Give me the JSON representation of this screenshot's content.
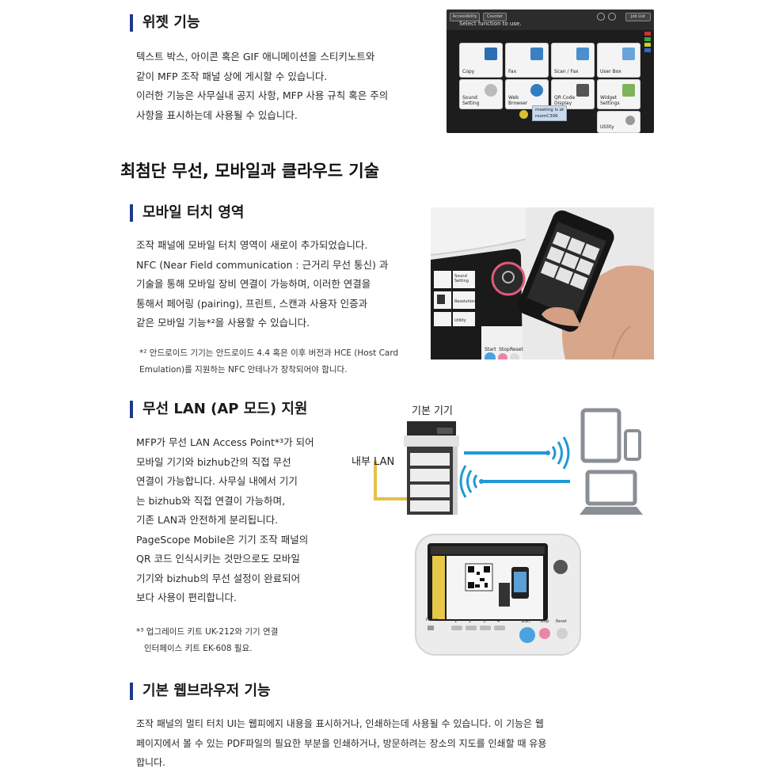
{
  "widget_section": {
    "title": "위젯 기능",
    "lines": [
      "텍스트 박스, 아이콘 혹은 GIF 애니메이션을 스티키노트와",
      "같이 MFP 조작 패널 상에 게시할 수 있습니다.",
      "이러한 기능은 사무실내 공지 사항, MFP 사용 규칙 혹은 주의",
      "사항을 표시하는데 사용될 수 있습니다."
    ],
    "screen": {
      "tab_left": "Accessibility",
      "tab_mid": "Counter",
      "tab_right": "Job List",
      "select_text": "Select function to use.",
      "buttons": [
        "Copy",
        "Fax",
        "Scan / Fax",
        "User Box",
        "Sound\nSetting",
        "Web\nBrowser",
        "QR Code\nDisplay",
        "Widget\nSettings",
        "Utility"
      ],
      "sticky_note": "meeting is at\nroomC306"
    }
  },
  "main_title": "최첨단 무선, 모바일과 클라우드 기술",
  "mobile_section": {
    "title": "모바일 터치 영역",
    "lines": [
      "조작 패널에 모바일 터치 영역이 새로이 추가되었습니다.",
      "NFC (Near Field communication : 근거리 무선 통신) 과",
      "기술을 통해 모바일 장비 연결이 가능하며, 이러한 연결을",
      "통해서 페어링 (pairing), 프린트, 스캔과 사용자 인증과",
      "같은 모바일 기능*²을 사용할 수 있습니다."
    ],
    "notes": [
      "*² 안드로이드 기기는 안드로이드 4.4 혹은 이후 버전과 HCE (Host Card",
      "Emulation)를 지원하는 NFC 안테나가 장착되어야 합니다."
    ],
    "panel": {
      "btn_sound": "Sound\nSetting",
      "btn_resolution": "Resolution",
      "btn_utility": "Utility",
      "key_start": "Start",
      "key_stop": "Stop",
      "key_reset": "Reset"
    }
  },
  "wlan_section": {
    "title": "무선 LAN (AP 모드) 지원",
    "lines": [
      "MFP가 무선 LAN Access Point*³가 되어",
      "모바일 기기와 bizhub간의 직접 무선",
      "연결이 가능합니다. 사무실 내에서 기기",
      "는 bizhub와 직접 연결이 가능하며,",
      "기존 LAN과 안전하게 분리됩니다.",
      "PageScope Mobile은 기기 조작 패널의",
      "QR 코드 인식시키는 것만으로도 모바일",
      "기기와 bizhub의 무선 설정이 완료되어",
      "보다 사용이 편리합니다."
    ],
    "notes": [
      "*³ 업그레이드 키트 UK-212와 기기 연결",
      "인터페이스 키트 EK-608 필요."
    ],
    "diagram": {
      "device_label": "기본 기기",
      "lan_label": "내부 LAN"
    },
    "cpanel": {
      "key_power": "Power",
      "keys": [
        "1",
        "2",
        "3",
        "4"
      ],
      "key_start": "Start",
      "key_stop": "Stop",
      "key_reset": "Reset"
    }
  },
  "browser_section": {
    "title": "기본 웹브라우저 기능",
    "lines": [
      "조작 패널의 멀티 터치 UI는 웹피에지 내용을 표시하거나, 인쇄하는데 사용될 수 있습니다. 이 기능은 웹",
      "페이지에서 볼 수 있는 PDF파일의 필요한 부분을 인쇄하거나, 방문하려는 장소의 지도를 인쇄할 때 유용",
      "합니다."
    ]
  },
  "colors": {
    "accent_bar": "#1e3a8a",
    "wifi_blue": "#1e9ad6",
    "lan_yellow": "#e5c04a"
  }
}
